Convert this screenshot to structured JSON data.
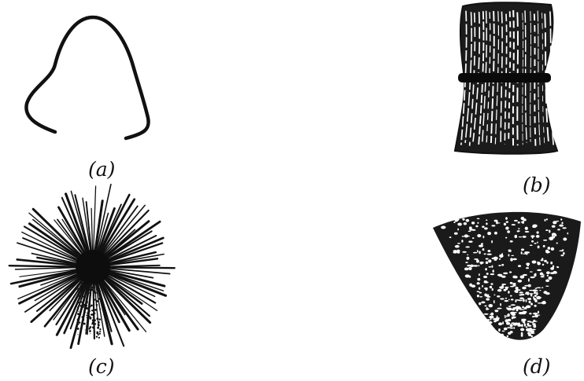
{
  "figure": {
    "panels": [
      {
        "id": "a",
        "caption": "(a)"
      },
      {
        "id": "b",
        "caption": "(b)"
      },
      {
        "id": "c",
        "caption": "(c)"
      },
      {
        "id": "d",
        "caption": "(d)"
      }
    ]
  },
  "colors": {
    "ink": "#111111",
    "paper": "#ffffff"
  }
}
